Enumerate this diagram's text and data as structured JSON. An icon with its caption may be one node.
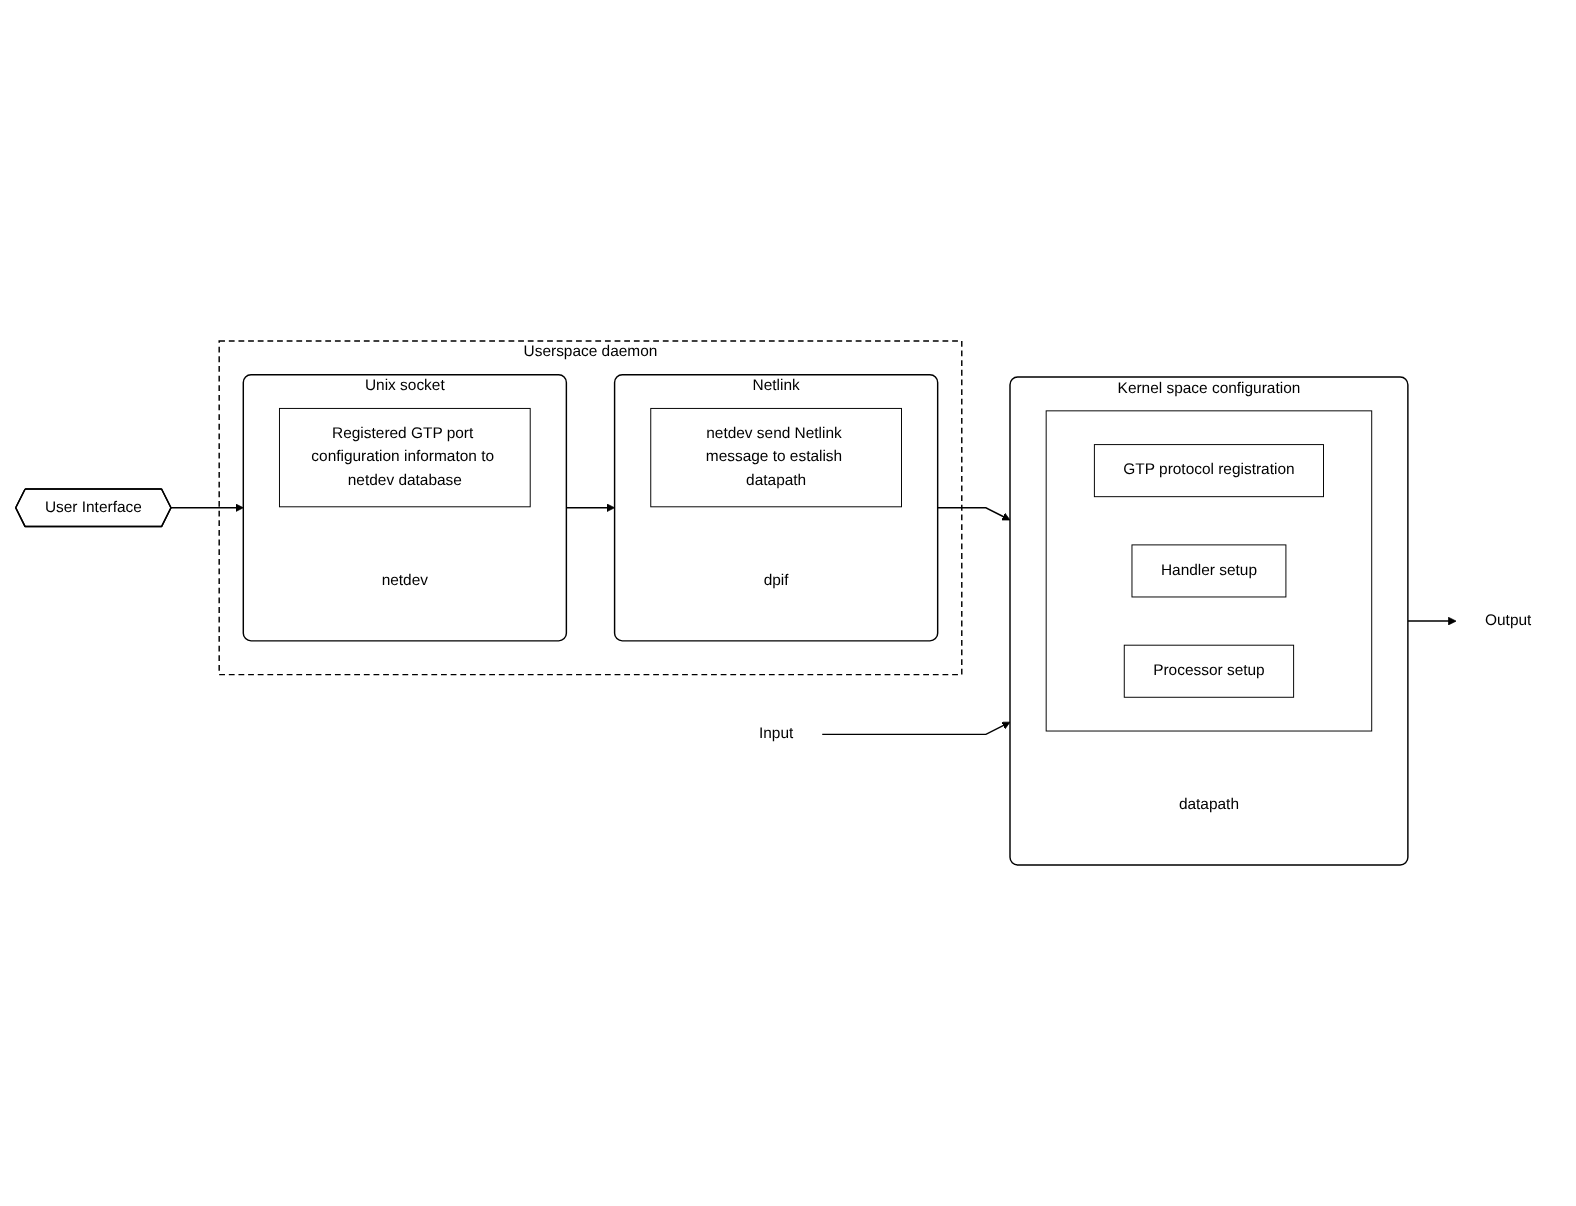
{
  "diagram": {
    "nodes": [
      {
        "text": [
          "User Interface"
        ]
      },
      {
        "text": [
          "Input"
        ]
      },
      {
        "text": [
          "Userspace daemon"
        ]
      },
      {
        "text": [
          "Unix socket"
        ],
        "in": 2,
        "beside": [
          "netdev"
        ]
      },
      {
        "text": [
          "Registered GTP port configuration informaton to netdev database"
        ],
        "in": 3
      },
      {
        "text": [
          "Netlink"
        ],
        "in": 2,
        "beside": [
          "dpif"
        ]
      },
      {
        "text": [
          "netdev send Netlink message to estalish datapath"
        ],
        "in": 5
      },
      {
        "text": [
          "Kernel space configuration"
        ],
        "beside": [
          "datapath"
        ]
      },
      {
        "text": [],
        "shape": "box",
        "in": 7
      },
      {
        "text": [
          "GTP protocol registration"
        ],
        "in": 8
      },
      {
        "text": [
          "Handler setup"
        ],
        "in": 8
      },
      {
        "text": [
          "Processor setup"
        ],
        "in": 8
      },
      {
        "text": [
          "Output"
        ]
      }
    ],
    "edges": [
      {
        "from": 0,
        "to": 3,
        "arrow": "to"
      },
      {
        "from": 3,
        "to": 5,
        "arrow": "to"
      },
      {
        "from": 5,
        "to": 7,
        "arrow": "to"
      },
      {
        "from": 1,
        "to": 7,
        "arrow": "to"
      },
      {
        "from": 7,
        "to": 12,
        "arrow": "to"
      }
    ]
  }
}
